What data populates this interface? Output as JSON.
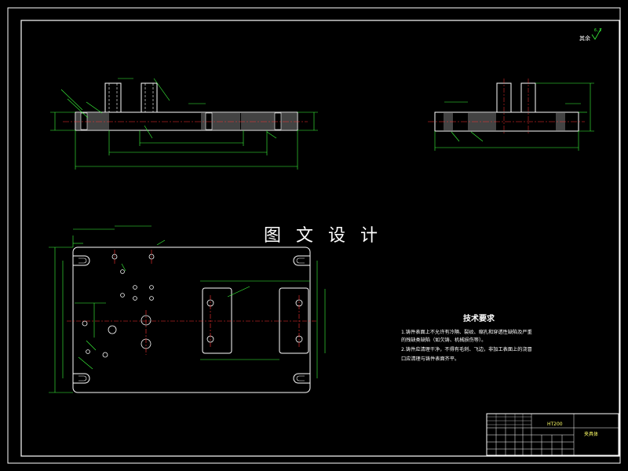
{
  "watermark": "图 文 设 计",
  "roughness_note": "其余",
  "roughness_value": "6.3",
  "tech_title": "技术要求",
  "tech_line1": "1.铸件表面上不允许有冷隔、裂纹、缩孔和穿透性缺陷及严重",
  "tech_line2": "的残缺类缺陷（如欠铸、机械损伤等）。",
  "tech_line3": "2.铸件应清理干净，不得有毛刺、飞边，非加工表面上的浇冒",
  "tech_line4": "口应清理与铸件表面齐平。",
  "title_block": {
    "material": "HT200",
    "drawing_name": "夹具体"
  },
  "colors": {
    "background": "#000000",
    "frame": "#ffffff",
    "dimension": "#3cff3c",
    "centerline": "#ff3333",
    "section_hatch": "#888888"
  }
}
